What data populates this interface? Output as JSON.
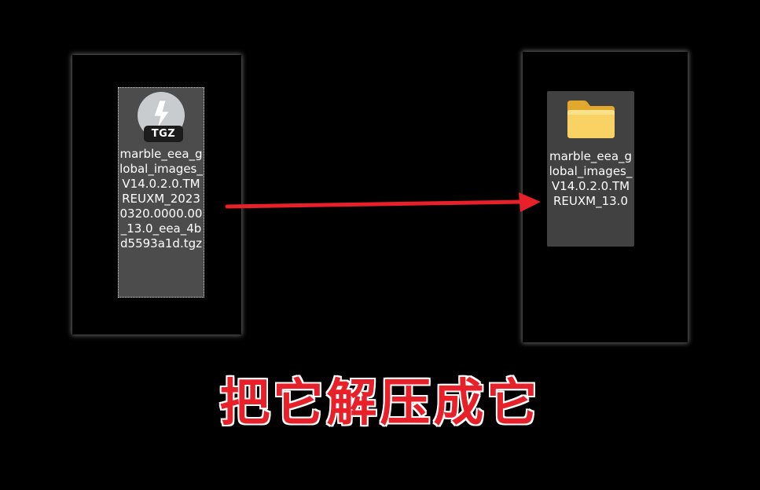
{
  "left_pane": {
    "file": {
      "icon": "tgz-archive-icon",
      "badge_label": "TGZ",
      "name": "marble_eea_global_images_V14.0.2.0.TMREUXM_20230320.0000.00_13.0_eea_4bd5593a1d.tgz"
    }
  },
  "right_pane": {
    "folder": {
      "icon": "folder-icon",
      "name": "marble_eea_global_images_V14.0.2.0.TMREUXM_13.0"
    }
  },
  "annotation": {
    "arrow_color": "#e8202a",
    "caption": "把它解压成它",
    "caption_color": "#e8202a"
  },
  "colors": {
    "background": "#000000",
    "selection": "#4c4c4c",
    "folder_yellow": "#f7c948"
  }
}
